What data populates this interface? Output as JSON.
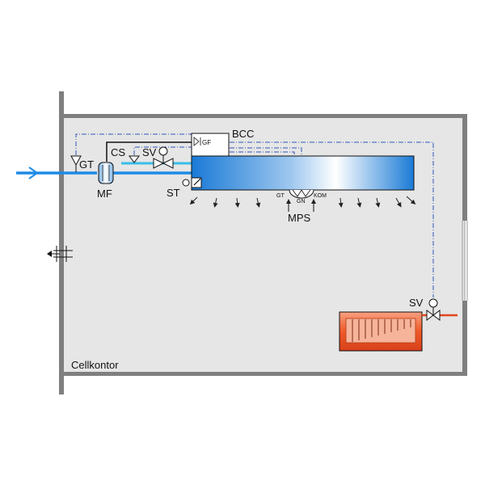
{
  "diagram": {
    "room_label": "Cellkontor",
    "labels": {
      "bcc": "BCC",
      "gf": "GF",
      "gt_supply": "GT",
      "cs": "CS",
      "sv_supply": "SV",
      "mf": "MF",
      "st": "ST",
      "mps": "MPS",
      "mps_gt": "GT",
      "mps_gn": "GN",
      "mps_kom": "KOM",
      "sv_radiator": "SV"
    },
    "colors": {
      "room_fill": "#e6e6e6",
      "wall": "#7f7f7f",
      "air_duct": "#1a7ad6",
      "air_duct_light": "#ffffff",
      "supply_pipe": "#1e8be6",
      "chilled_pipe": "#38bde8",
      "heating_pipe": "#e0461e",
      "radiator": "#f05a28",
      "control_line": "#3355bb",
      "text": "#111111"
    }
  }
}
